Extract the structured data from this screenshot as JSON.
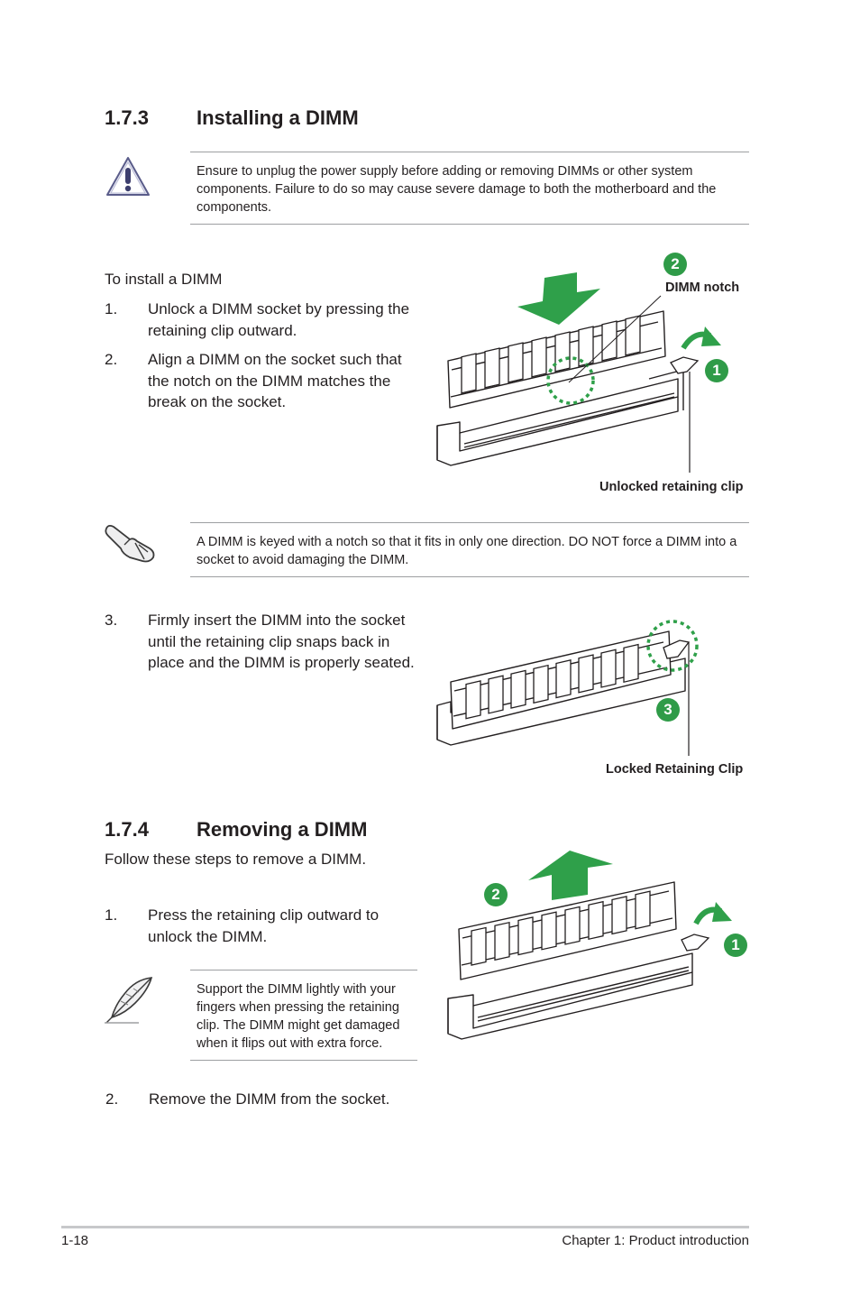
{
  "section_173": {
    "number": "1.7.3",
    "title": "Installing a DIMM"
  },
  "warning_note": {
    "icon": "warning-triangle-icon",
    "text": "Ensure to unplug the power supply before adding or removing DIMMs or other system components. Failure to do so may cause severe damage to both the motherboard and the components."
  },
  "install": {
    "intro": "To install a DIMM",
    "steps": [
      {
        "num": "1.",
        "text": "Unlock a DIMM socket by pressing the retaining clip outward."
      },
      {
        "num": "2.",
        "text": "Align a DIMM on the socket such that the notch on the DIMM matches the break on the socket."
      },
      {
        "num": "3.",
        "text": "Firmly insert the DIMM into the socket until the retaining clip snaps back in place and the DIMM is properly seated."
      }
    ]
  },
  "figure1": {
    "badge_1": "1",
    "badge_2": "2",
    "label_notch": "DIMM notch",
    "label_clip": "Unlocked retaining clip"
  },
  "caution_note": {
    "icon": "hand-pointing-icon",
    "text": "A DIMM is keyed with a notch so that it fits in only one direction. DO NOT force a DIMM into a socket to avoid damaging the DIMM."
  },
  "figure2": {
    "badge_3": "3",
    "label_clip": "Locked Retaining Clip"
  },
  "section_174": {
    "number": "1.7.4",
    "title": "Removing a DIMM"
  },
  "remove": {
    "intro": "Follow these steps to remove a DIMM.",
    "steps": [
      {
        "num": "1.",
        "text": "Press the retaining clip outward to unlock the DIMM."
      },
      {
        "num": "2.",
        "text": "Remove the DIMM from the socket."
      }
    ]
  },
  "figure3": {
    "badge_1": "1",
    "badge_2": "2"
  },
  "tip_note": {
    "icon": "feather-quill-icon",
    "text": "Support the DIMM lightly with your fingers when pressing the retaining clip. The DIMM might get damaged when it flips out with extra force."
  },
  "footer": {
    "page": "1-18",
    "chapter": "Chapter 1: Product introduction"
  },
  "colors": {
    "accent_green": "#2f9b48",
    "rule_gray": "#9d9fa2",
    "text": "#231f20"
  }
}
